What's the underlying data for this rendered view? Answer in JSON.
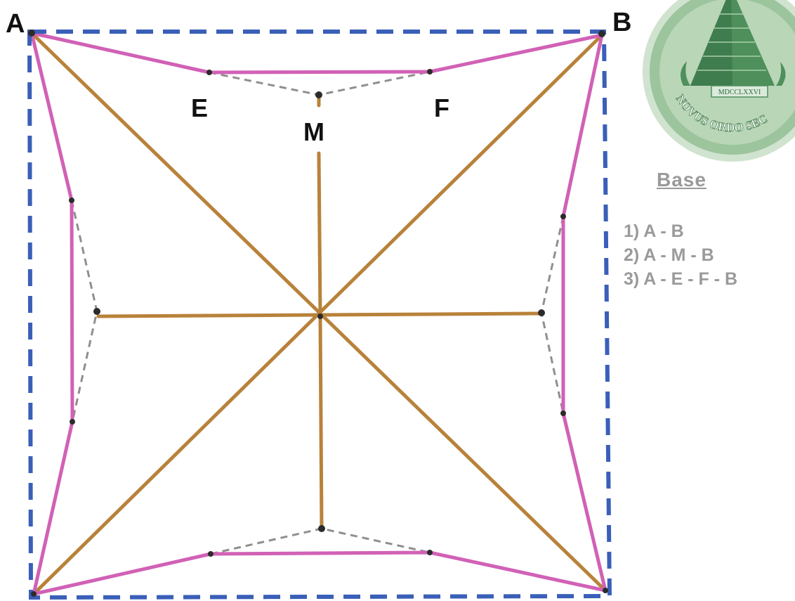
{
  "points": {
    "a": "A",
    "b": "B",
    "e": "E",
    "f": "F",
    "m": "M"
  },
  "legend": {
    "title": "Base",
    "items": [
      "1) A - B",
      "2) A - M - B",
      "3) A - E - F - B"
    ]
  },
  "seal": {
    "motto": "NOVUS ORDO SEC",
    "year": "MDCCLXXVI"
  },
  "colors": {
    "square_dashed": "#3a5fb8",
    "outline": "#d161b6",
    "spokes": "#b8823a",
    "construction_dashed": "#8f8f8f",
    "seal_green": "#5f9e6a",
    "legend_text": "#9a9a9a"
  }
}
